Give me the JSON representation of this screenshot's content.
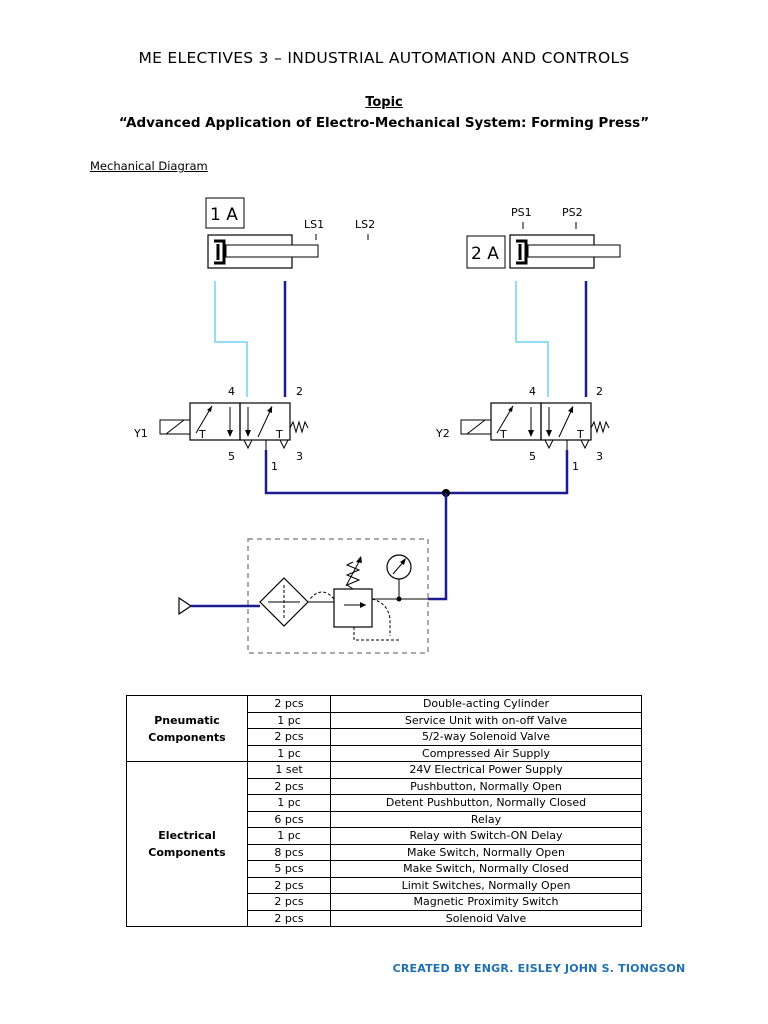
{
  "header": {
    "title": "ME ELECTIVES 3 – INDUSTRIAL AUTOMATION AND CONTROLS",
    "topic": "Topic",
    "subtitle": "“Advanced Application of Electro-Mechanical System: Forming Press”"
  },
  "diagram": {
    "section_label": "Mechanical Diagram",
    "cylinder_1_label": "1 A",
    "cylinder_2_label": "2 A",
    "sensor_ls1": "LS1",
    "sensor_ls2": "LS2",
    "sensor_ps1": "PS1",
    "sensor_ps2": "PS2",
    "solenoid_1": "Y1",
    "solenoid_2": "Y2",
    "port_4": "4",
    "port_2": "2",
    "port_5": "5",
    "port_1": "1",
    "port_3": "3",
    "colors": {
      "pressure_line": "#1c1c8f",
      "exhaust_line": "#6fd3f0",
      "dashed": "#555555"
    }
  },
  "components": {
    "pneumatic": {
      "label": "Pneumatic Components",
      "rows": [
        {
          "qty": "2 pcs",
          "item": "Double-acting Cylinder"
        },
        {
          "qty": "1 pc",
          "item": "Service Unit with on-off Valve"
        },
        {
          "qty": "2 pcs",
          "item": "5/2-way Solenoid Valve"
        },
        {
          "qty": "1 pc",
          "item": "Compressed Air Supply"
        }
      ]
    },
    "electrical": {
      "label": "Electrical Components",
      "rows": [
        {
          "qty": "1 set",
          "item": "24V Electrical Power Supply"
        },
        {
          "qty": "2 pcs",
          "item": "Pushbutton, Normally Open"
        },
        {
          "qty": "1 pc",
          "item": "Detent Pushbutton, Normally Closed"
        },
        {
          "qty": "6 pcs",
          "item": "Relay"
        },
        {
          "qty": "1 pc",
          "item": "Relay with Switch-ON Delay"
        },
        {
          "qty": "8 pcs",
          "item": "Make Switch, Normally Open"
        },
        {
          "qty": "5 pcs",
          "item": "Make Switch, Normally Closed"
        },
        {
          "qty": "2 pcs",
          "item": "Limit Switches, Normally Open"
        },
        {
          "qty": "2 pcs",
          "item": "Magnetic Proximity Switch"
        },
        {
          "qty": "2 pcs",
          "item": "Solenoid Valve"
        }
      ]
    }
  },
  "footer": {
    "credit": "CREATED BY ENGR. EISLEY JOHN S. TIONGSON"
  }
}
